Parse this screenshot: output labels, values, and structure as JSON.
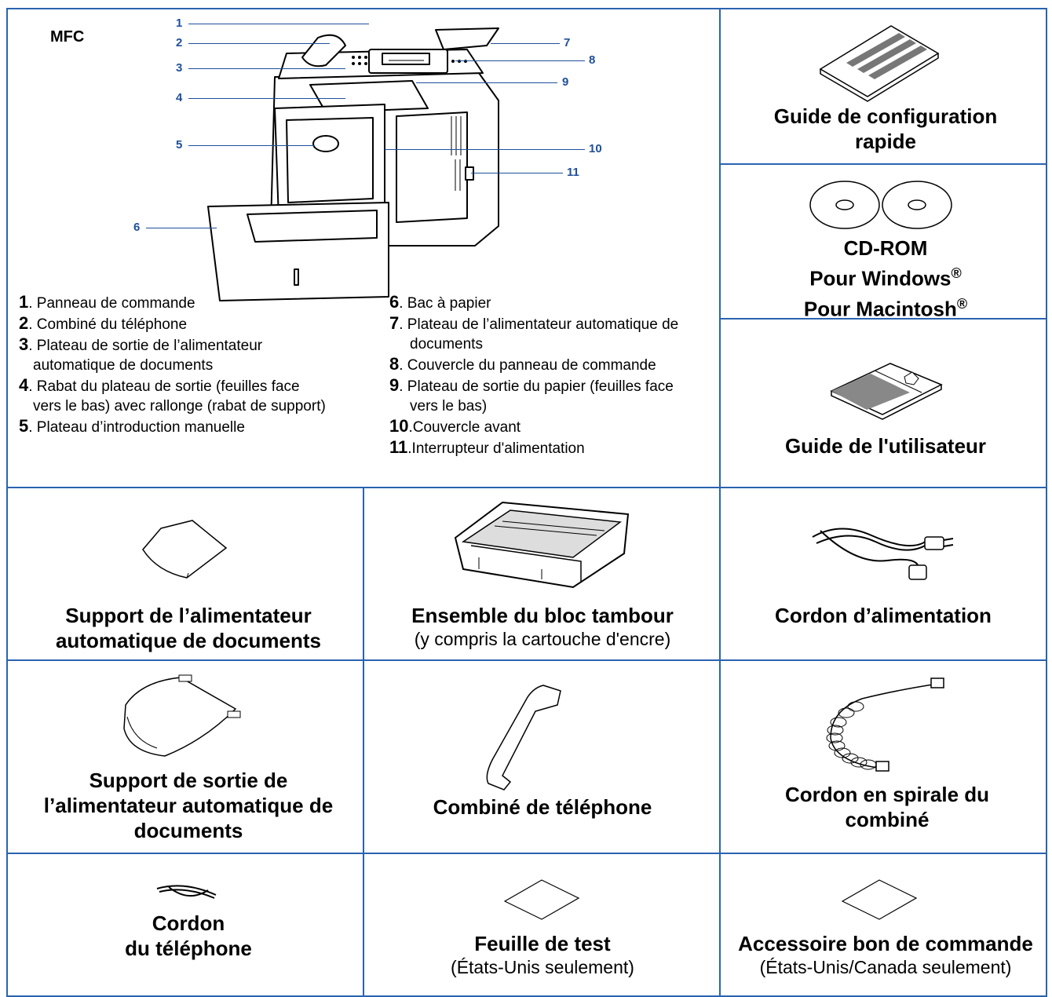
{
  "mfc": {
    "label": "MFC",
    "callouts": [
      "1",
      "2",
      "3",
      "4",
      "5",
      "6",
      "7",
      "8",
      "9",
      "10",
      "11"
    ]
  },
  "parts_left": [
    {
      "num": "1",
      "text": ". Panneau de commande"
    },
    {
      "num": "2",
      "text": ". Combiné du téléphone"
    },
    {
      "num": "3",
      "text": ". Plateau de sortie de l’alimentateur"
    },
    {
      "num": "",
      "text": "automatique de documents"
    },
    {
      "num": "4",
      "text": ". Rabat du plateau de sortie (feuilles face"
    },
    {
      "num": "",
      "text": "vers le bas) avec rallonge (rabat de support)"
    },
    {
      "num": "5",
      "text": ". Plateau d’introduction manuelle"
    }
  ],
  "parts_right": [
    {
      "num": "6",
      "text": ". Bac à papier"
    },
    {
      "num": "7",
      "text": ". Plateau de l’alimentateur automatique de"
    },
    {
      "num": "",
      "text": "documents"
    },
    {
      "num": "8",
      "text": ". Couvercle du panneau de commande"
    },
    {
      "num": "9",
      "text": ". Plateau de sortie du papier (feuilles face"
    },
    {
      "num": "",
      "text": "vers le bas)"
    },
    {
      "num": "10",
      "text": ".Couvercle avant"
    },
    {
      "num": "11",
      "text": ".Interrupteur d'alimentation"
    }
  ],
  "side": {
    "quick_guide": "Guide de configuration rapide",
    "cdrom_1": "CD-ROM",
    "cdrom_2": "Pour Windows",
    "cdrom_3": "Pour Macintosh",
    "reg": "®",
    "user_guide": "Guide de l'utilisateur"
  },
  "cells": {
    "adf_support": "Support de l’alimentateur automatique de documents",
    "drum": "Ensemble du bloc tambour",
    "drum_sub": "(y compris la cartouche d'encre)",
    "power_cord": "Cordon d’alimentation",
    "adf_output": "Support de sortie de l’alimentateur automatique de documents",
    "handset": "Combiné de téléphone",
    "curly_cord": "Cordon en spirale du combiné",
    "line_cord_1": "Cordon",
    "line_cord_2": "du téléphone",
    "test_sheet": "Feuille de test",
    "test_sheet_sub": "(États-Unis seulement)",
    "order_form": "Accessoire bon de commande",
    "order_form_sub": "(États-Unis/Canada seulement)"
  }
}
